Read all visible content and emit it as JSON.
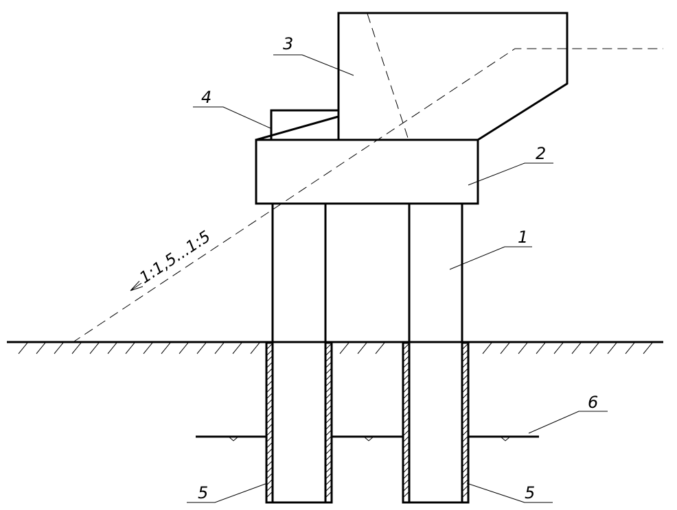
{
  "labels": {
    "pile": "1",
    "cap": "2",
    "wall": "3",
    "console": "4",
    "casing": "5",
    "water": "6"
  },
  "slope_ratio": "1:1,5...1:5"
}
